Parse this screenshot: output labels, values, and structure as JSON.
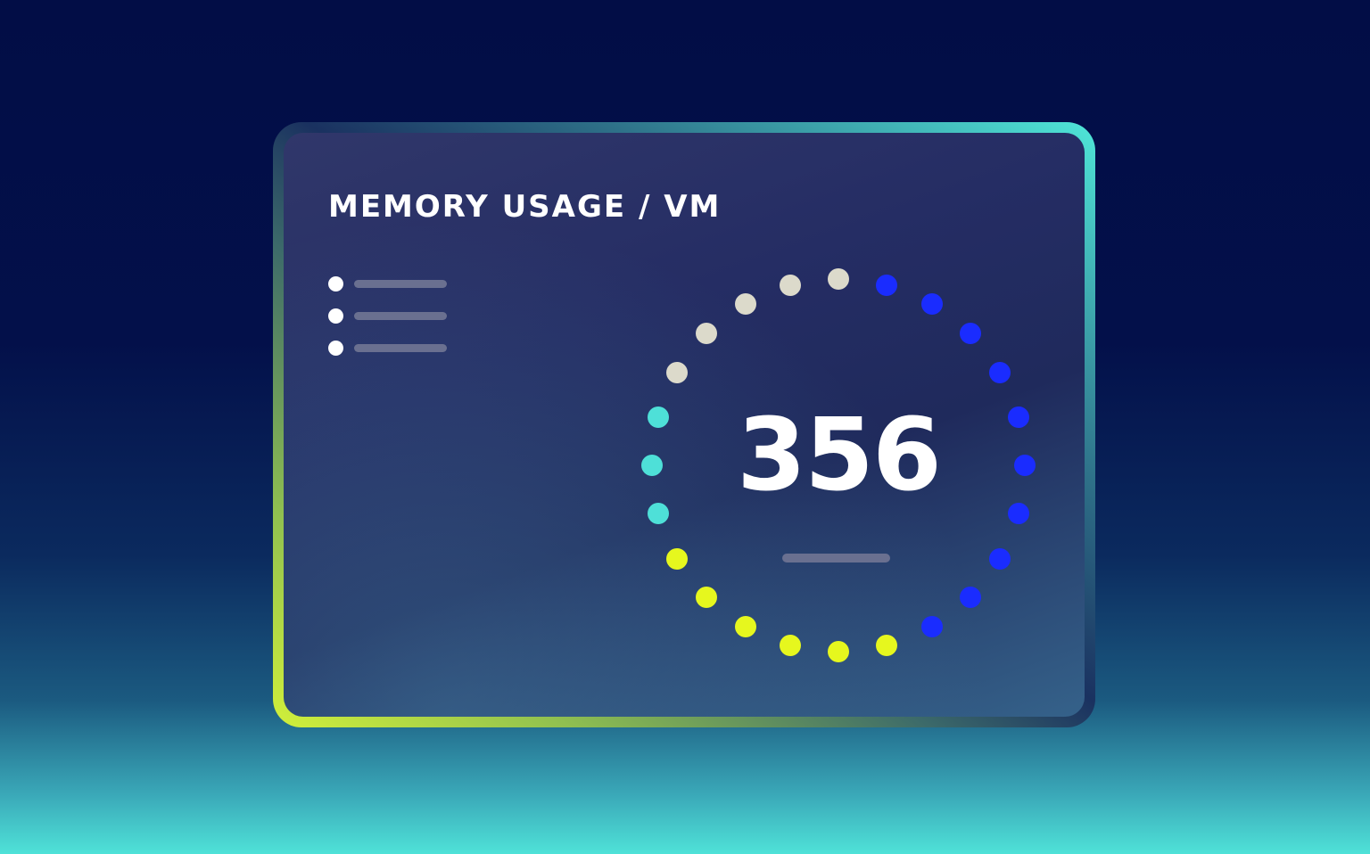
{
  "card": {
    "title": "MEMORY USAGE / VM"
  },
  "legend": {
    "items": 3
  },
  "gauge": {
    "value": "356",
    "total_dots": 24,
    "start_angle_deg": 300,
    "segments": [
      {
        "name": "gray",
        "color": "#dcdacb",
        "count": 5
      },
      {
        "name": "blue",
        "color": "#1a2cff",
        "count": 10
      },
      {
        "name": "yellow",
        "color": "#e6f71e",
        "count": 6
      },
      {
        "name": "cyan",
        "color": "#4ee0d8",
        "count": 3
      }
    ]
  }
}
